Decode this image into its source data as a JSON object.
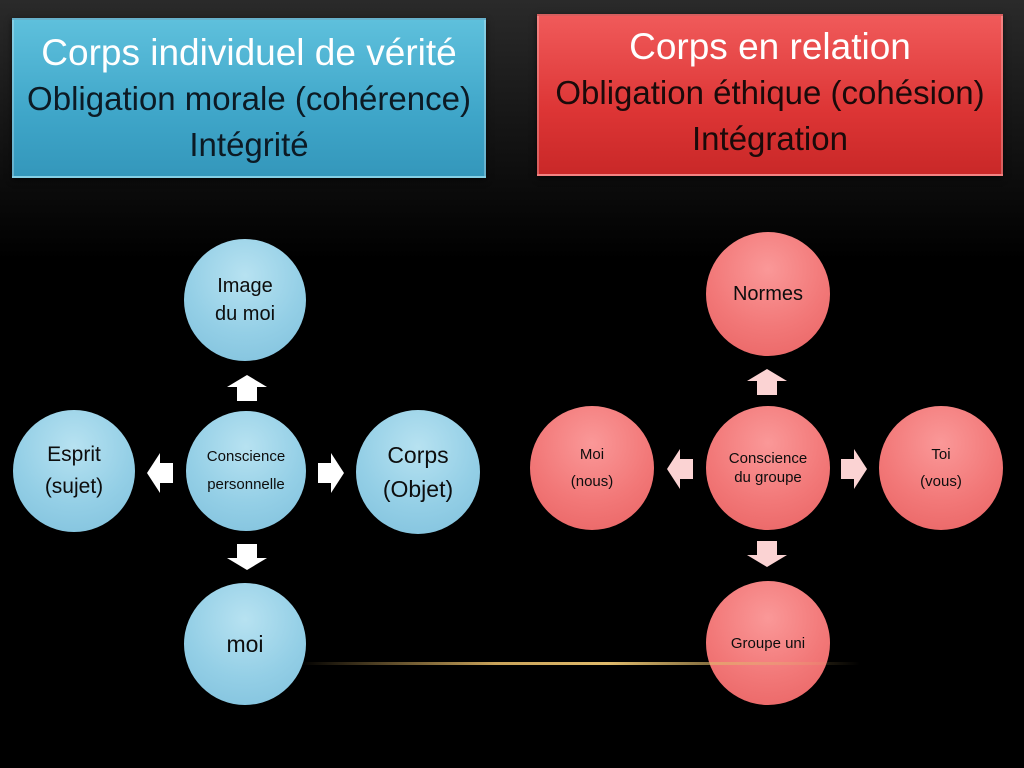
{
  "headers": {
    "left": {
      "line1": "Corps individuel de vérité",
      "line2": "Obligation morale (cohérence)",
      "line3": "Intégrité"
    },
    "right": {
      "line1": "Corps en relation",
      "line2": "Obligation éthique (cohésion)",
      "line3": "Intégration"
    }
  },
  "left_diagram": {
    "center": "Conscience\npersonnelle",
    "top": "Image\ndu moi",
    "left": "Esprit\n(sujet)",
    "right": "Corps\n(Objet)",
    "bottom": "moi"
  },
  "right_diagram": {
    "center": "Conscience\ndu groupe",
    "top": "Normes",
    "left": "Moi\n(nous)",
    "right": "Toi\n(vous)",
    "bottom": "Groupe uni"
  },
  "colors": {
    "left_header": "#3fa6c9",
    "right_header": "#dd3535",
    "blue_node": "#94cfe6",
    "red_node": "#f27878",
    "arrow_left": "#ffffff",
    "arrow_right": "#fbd3d3"
  }
}
